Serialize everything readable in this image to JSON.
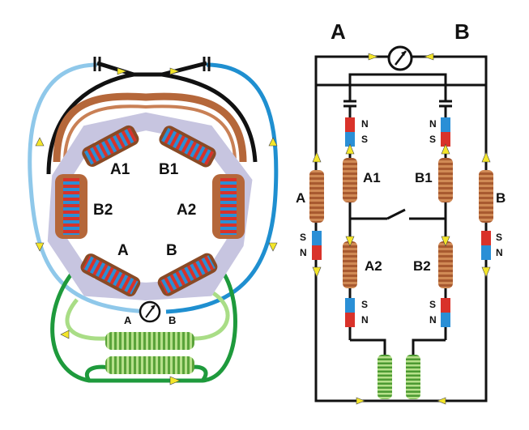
{
  "colors": {
    "copper": "#b5673a",
    "copper_dark": "#7a3d1c",
    "wire_black": "#111111",
    "wire_light_blue": "#8fc8ea",
    "wire_blue": "#1f8fd0",
    "wire_green": "#1e9a3c",
    "wire_light_green": "#a9dd86",
    "coil_green": "#8cc85a",
    "magnet_red": "#d9322a",
    "magnet_blue": "#2a8fd6",
    "core": "#c7c5e0",
    "arrow_yellow": "#f4e62a"
  },
  "left_diagram": {
    "coil_labels": [
      "A1",
      "B1",
      "B2",
      "A2",
      "A",
      "B"
    ],
    "meter_labels": [
      "A",
      "B"
    ],
    "meter_icon": "ammeter-icon",
    "coil_icon": "electromagnet-coil-icon"
  },
  "right_diagram": {
    "top_labels": [
      "A",
      "B"
    ],
    "side_coils": [
      "A",
      "B"
    ],
    "upper_coils": [
      "A1",
      "B1"
    ],
    "lower_coils": [
      "A2",
      "B2"
    ],
    "magnet_top": [
      "N",
      "S"
    ],
    "magnet_side": [
      "S",
      "N"
    ],
    "magnet_bottom": [
      "S",
      "N"
    ],
    "meter_icon": "ammeter-icon",
    "switch_icon": "switch-icon"
  }
}
